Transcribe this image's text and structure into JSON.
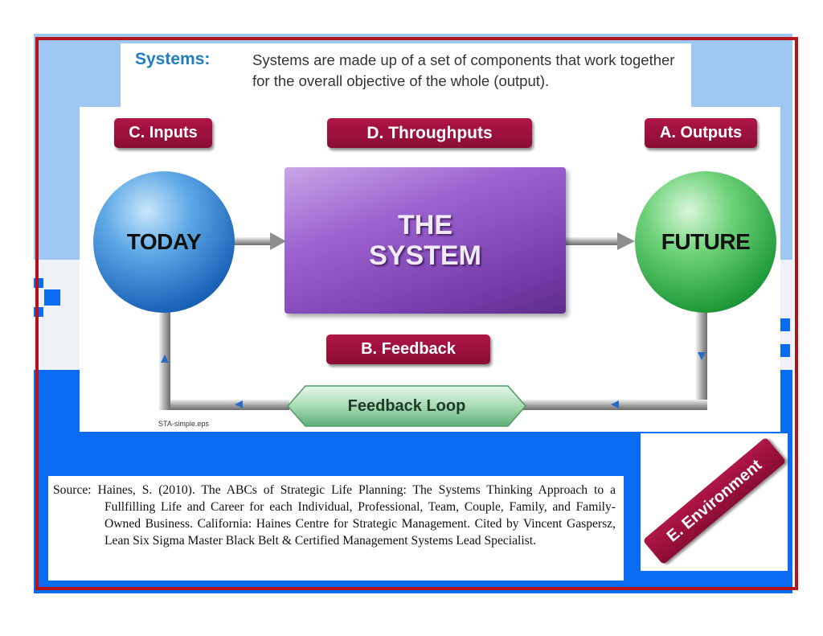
{
  "definition": {
    "term": "Systems:",
    "text": "Systems are made up of a set of components that work together for the overall objective of the whole (output)."
  },
  "labels": {
    "inputs": "C. Inputs",
    "throughputs": "D. Throughputs",
    "outputs": "A. Outputs",
    "feedback": "B. Feedback",
    "environment": "E. Environment"
  },
  "nodes": {
    "today": "TODAY",
    "system_line1": "THE",
    "system_line2": "SYSTEM",
    "future": "FUTURE",
    "feedback_loop": "Feedback Loop"
  },
  "file_note": "STA-simple.eps",
  "source": "Source: Haines, S. (2010). The ABCs of Strategic Life Planning: The Systems Thinking Approach to a Fullfilling Life and Career for each Individual, Professional, Team, Couple, Family, and Family-Owned Business. California: Haines Centre for Strategic Management. Cited by Vincent Gaspersz, Lean Six Sigma Master Black Belt & Certified Management Systems Lead Specialist.",
  "colors": {
    "frame": "#b5121b",
    "label_fill": "#a01340",
    "background_blue": "#0a6cf2",
    "background_light": "#9ec8f2",
    "term_color": "#1f7ec2"
  }
}
